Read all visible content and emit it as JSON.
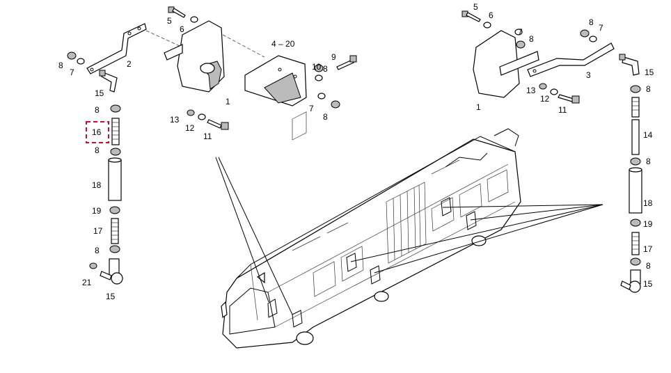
{
  "callouts": {
    "left_bracket": {
      "n5": "5",
      "n6": "6",
      "n2": "2",
      "n8": "8",
      "n7": "7",
      "n15": "15",
      "n1": "1",
      "n13": "13",
      "n12": "12",
      "n11": "11"
    },
    "left_rod": {
      "n8a": "8",
      "n16": "16",
      "n8b": "8",
      "n18": "18",
      "n19": "19",
      "n17": "17",
      "n8c": "8",
      "n21": "21",
      "n15": "15"
    },
    "center_bracket": {
      "n4_20": "4 – 20",
      "n10": "10",
      "n9": "9",
      "n8a": "8",
      "n7": "7",
      "n8b": "8"
    },
    "right_bracket": {
      "n5": "5",
      "n6": "6",
      "n7a": "7",
      "n8a": "8",
      "n8b": "8",
      "n7b": "7",
      "n3": "3",
      "n15": "15",
      "n1": "1",
      "n13": "13",
      "n12": "12",
      "n11": "11"
    },
    "right_rod": {
      "n8a": "8",
      "n14": "14",
      "n8b": "8",
      "n18": "18",
      "n19": "19",
      "n17": "17",
      "n8c": "8",
      "n15": "15"
    }
  },
  "selected_part": "16"
}
